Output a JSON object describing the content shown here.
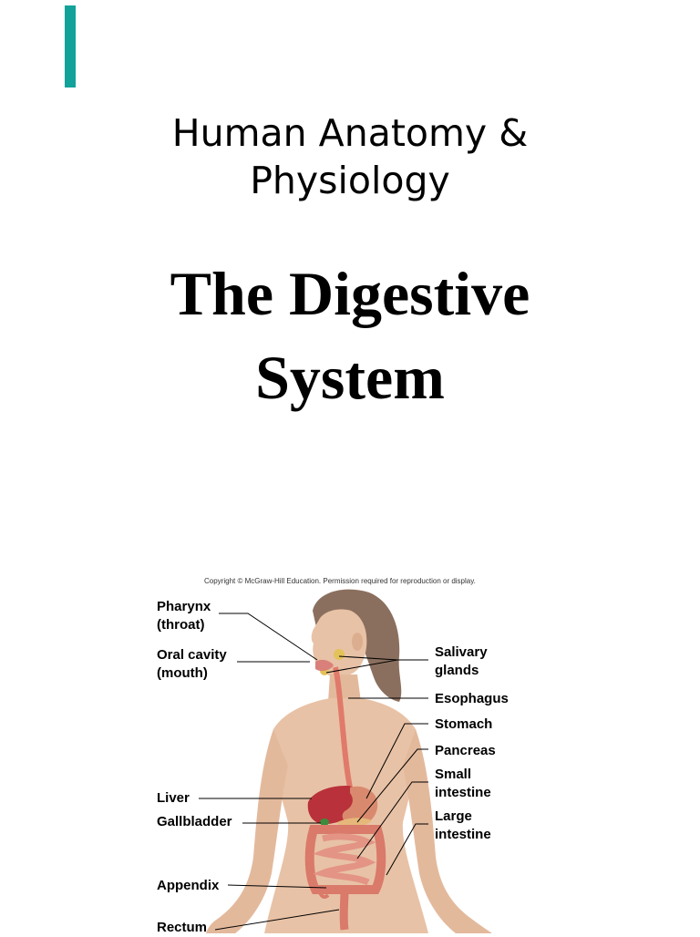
{
  "slide": {
    "subtitle": "Human Anatomy &\nPhysiology",
    "title": "The Digestive\nSystem",
    "accent_color": "#12a29a"
  },
  "figure": {
    "copyright": "Copyright © McGraw-Hill Education. Permission required for reproduction or display.",
    "labels": {
      "pharynx": "Pharynx\n(throat)",
      "oral_cavity": "Oral cavity\n(mouth)",
      "liver": "Liver",
      "gallbladder": "Gallbladder",
      "appendix": "Appendix",
      "rectum": "Rectum",
      "salivary_glands": "Salivary\nglands",
      "esophagus": "Esophagus",
      "stomach": "Stomach",
      "pancreas": "Pancreas",
      "small_intestine": "Small\nintestine",
      "large_intestine": "Large\nintestine"
    }
  }
}
